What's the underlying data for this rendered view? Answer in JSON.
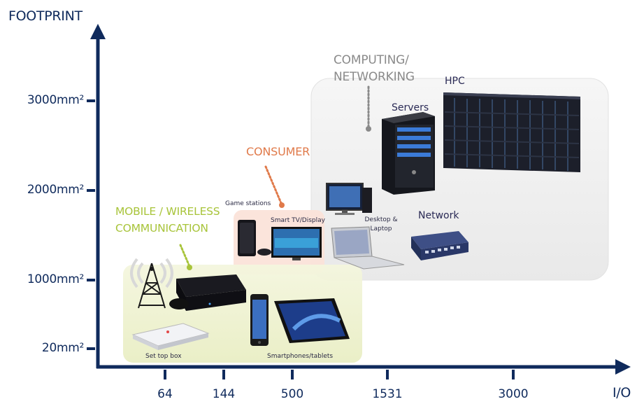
{
  "axes": {
    "y_title": "FOOTPRINT",
    "x_title": "I/O",
    "y_ticks": [
      "3000mm²",
      "2000mm²",
      "1000mm²",
      "20mm²"
    ],
    "x_ticks": [
      "64",
      "144",
      "500",
      "1531",
      "3000"
    ],
    "color": "#0f2a5c"
  },
  "groups": {
    "computing": {
      "line1": "COMPUTING/",
      "line2": "NETWORKING",
      "color": "#8a8a8a"
    },
    "consumer": {
      "line1": "CONSUMER",
      "color": "#e07a4a"
    },
    "mobile": {
      "line1": "MOBILE / WIRELESS",
      "line2": "COMMUNICATION",
      "color": "#a8c43a"
    }
  },
  "items": {
    "hpc": "HPC",
    "servers": "Servers",
    "network": "Network",
    "desktop_line1": "Desktop &",
    "desktop_line2": "Laptop",
    "game_stations": "Game stations",
    "smart_tv": "Smart TV/Display",
    "set_top_box": "Set top box",
    "smartphones": "Smartphones/tablets"
  }
}
